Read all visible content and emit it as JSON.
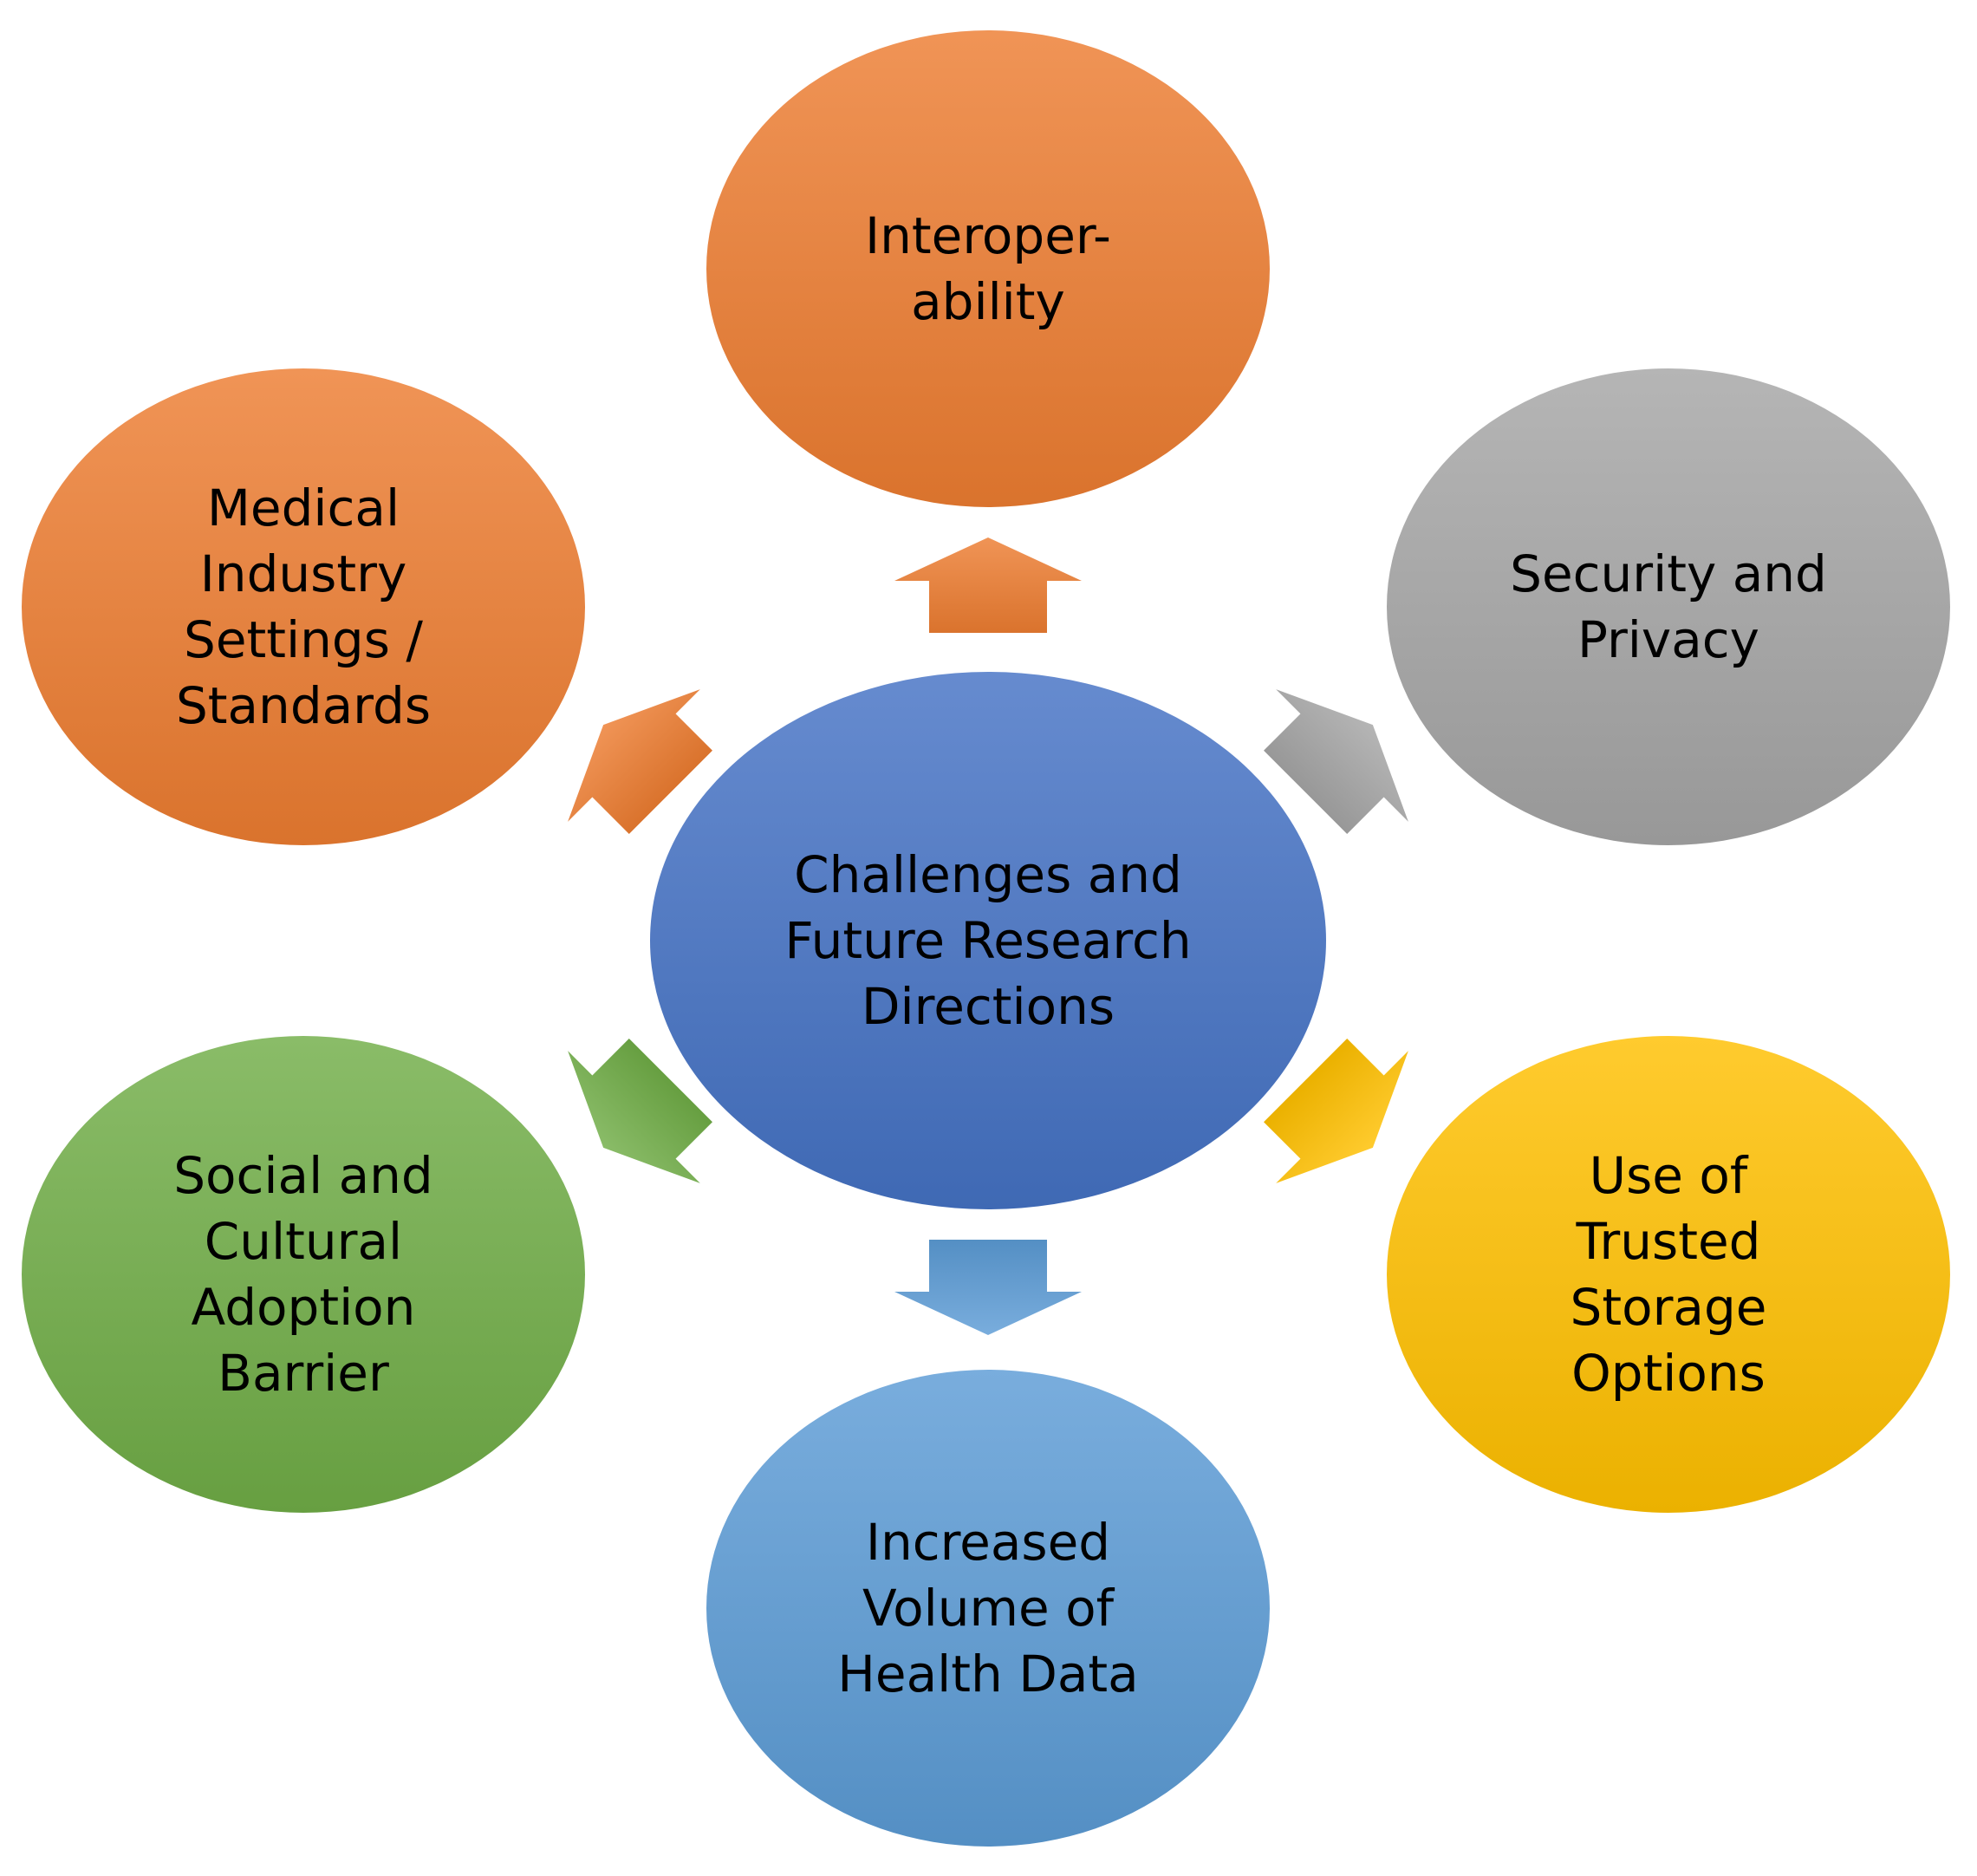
{
  "center": {
    "label": "Challenges and\nFuture Research\nDirections",
    "color": "#4472C4"
  },
  "nodes": [
    {
      "id": "interoperability",
      "label": "Interoper-\nability",
      "color": "#ED7D31",
      "direction": "up"
    },
    {
      "id": "security-privacy",
      "label": "Security and\nPrivacy",
      "color": "#A5A5A5",
      "direction": "up-right"
    },
    {
      "id": "trusted-storage",
      "label": "Use of\nTrusted\nStorage\nOptions",
      "color": "#FFC000",
      "direction": "down-right"
    },
    {
      "id": "health-data-volume",
      "label": "Increased\nVolume of\nHealth Data",
      "color": "#5B9BD5",
      "direction": "down"
    },
    {
      "id": "social-cultural",
      "label": "Social and\nCultural\nAdoption\nBarrier",
      "color": "#70AD47",
      "direction": "down-left"
    },
    {
      "id": "medical-standards",
      "label": "Medical\nIndustry\nSettings /\nStandards",
      "color": "#ED7D31",
      "direction": "up-left"
    }
  ]
}
